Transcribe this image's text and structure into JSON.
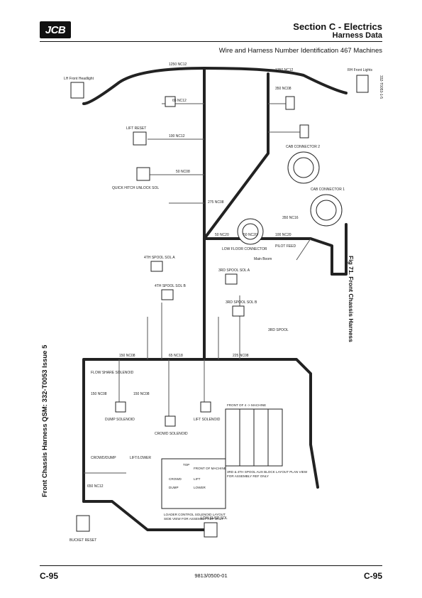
{
  "header": {
    "logo": "JCB",
    "section": "Section C - Electrics",
    "subsection": "Harness Data",
    "subtitle": "Wire and Harness Number Identification 467 Machines"
  },
  "side_title": "Front Chassis Harness QSM: 332-T0053 Issue 5",
  "figure_caption": "Fig 71. Front Chassis Harness",
  "footer": {
    "page_left": "C-95",
    "doc_number": "9813/0500-01",
    "page_right": "C-95"
  },
  "diagram": {
    "part_number": "332-T0053-1-5",
    "connectors": {
      "lh_front_headlight": "LH Front Headlight",
      "rh_front_lights": "RH Front Lights",
      "lift_reset": "LIFT RESET",
      "quick_hitch": "QUICK HITCH UNLOCK SOL",
      "cab_connector_2": "CAB CONNECTOR 2",
      "cab_connector_1": "CAB CONNECTOR 1",
      "low_floor_connector": "LOW FLOOR CONNECTOR",
      "pilot_feed": "PILOT FEED",
      "main_boom": "Main Boom",
      "bucket_reset": "BUCKET RESET",
      "crowd_dump": "CROWD/DUMP",
      "lift_lower": "LIFT/LOWER",
      "dump_solenoid": "DUMP SOLENOID",
      "crowd_solenoid": "CROWD SOLENOID",
      "lift_solenoid": "LIFT SOLENOID",
      "flow_share": "FLOW SHARE SOLENOID",
      "spool_sol_a": "4TH SPOOL SOL A",
      "spool_sol_b": "4TH SPOOL SOL B",
      "spool_3rd_a": "3RD SPOOL SOL A",
      "spool_3rd_b": "3RD SPOOL SOL B",
      "low_susp_sol": "LOW SUSP SOL",
      "diverter": "3RD SPOOL"
    },
    "wires": {
      "w1250a": "1250 NC12",
      "w1250b": "1250 NC12",
      "w350": "350 NC08",
      "w65": "65 NC12",
      "w100": "100 NC12",
      "w50a": "50 NC08",
      "w50b": "50 NC20",
      "w50c": "50 NC20",
      "w100b": "100 NC20",
      "w275": "275 NC08",
      "w350b": "350 NC16",
      "w150a": "150 NC08",
      "w150b": "150 NC08",
      "w150c": "150 NC08",
      "w65b": "65 NC18",
      "w225": "225 NC08",
      "w650": "650 NC12"
    },
    "keybox": {
      "title": "LOADER CONTROL SOLENOID LAYOUT",
      "line2": "SIDE VIEW FOR ASSEMBLY REF ONLY",
      "front": "FRONT OF MACHINE",
      "items": [
        "CROWD",
        "DUMP",
        "LIFT",
        "LOWER",
        "TOP"
      ]
    },
    "spoolbox": {
      "title": "3RD & 4TH SPOOL AUX BLOCK LAYOUT PLAN VIEW",
      "line2": "FOR ASSEMBLY REF ONLY",
      "front": "FRONT OF 4 -> MACHINE"
    }
  }
}
